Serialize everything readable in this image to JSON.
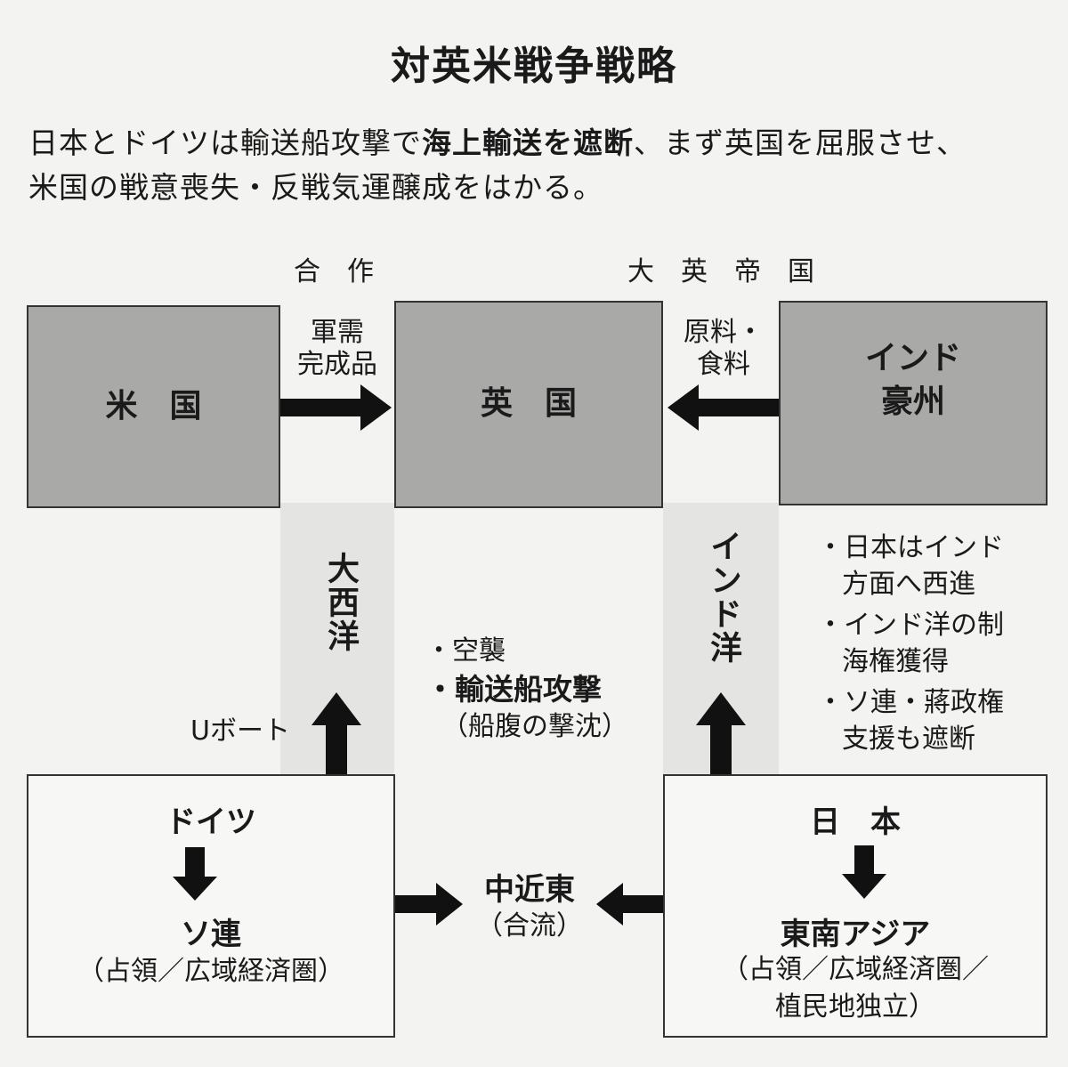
{
  "title": "対英米戦争戦略",
  "intro": {
    "line1_a": "日本とドイツは輸送船攻撃で",
    "line1_bold": "海上輸送を遮断",
    "line1_b": "、まず英国を屈服させ、",
    "line2": "米国の戦意喪失・反戦気運醸成をはかる。"
  },
  "header_labels": {
    "cooperation": "合　作",
    "empire": "大　英　帝　国"
  },
  "boxes": {
    "usa": "米　国",
    "uk": "英　国",
    "india_line1": "インド",
    "india_line2": "豪州"
  },
  "flows": {
    "usa_to_uk_1": "軍需",
    "usa_to_uk_2": "完成品",
    "india_to_uk_1": "原料・",
    "india_to_uk_2": "食料"
  },
  "oceans": {
    "atlantic": "大西洋",
    "indian": "インド洋"
  },
  "uboat": "Uボート",
  "attack_notes": {
    "air_raid": "・空襲",
    "transport_attack": "・輸送船攻撃",
    "sinking": "（船腹の撃沈）"
  },
  "japan_notes": {
    "n1_line1": "・日本はインド",
    "n1_line2": "方面へ西進",
    "n2_line1": "・インド洋の制",
    "n2_line2": "海権獲得",
    "n3_line1": "・ソ連・蔣政権",
    "n3_line2": "支援も遮断"
  },
  "germany_box": {
    "top": "ドイツ",
    "target": "ソ連",
    "detail": "（占領／広域経済圏）"
  },
  "japan_box": {
    "top": "日　本",
    "target": "東南アジア",
    "detail1": "（占領／広域経済圏／",
    "detail2": "植民地独立）"
  },
  "middle_east": {
    "name": "中近東",
    "sub": "（合流）"
  },
  "colors": {
    "gray_box": "#a9a9a7",
    "band": "#e4e4e2",
    "arrow": "#111111"
  }
}
